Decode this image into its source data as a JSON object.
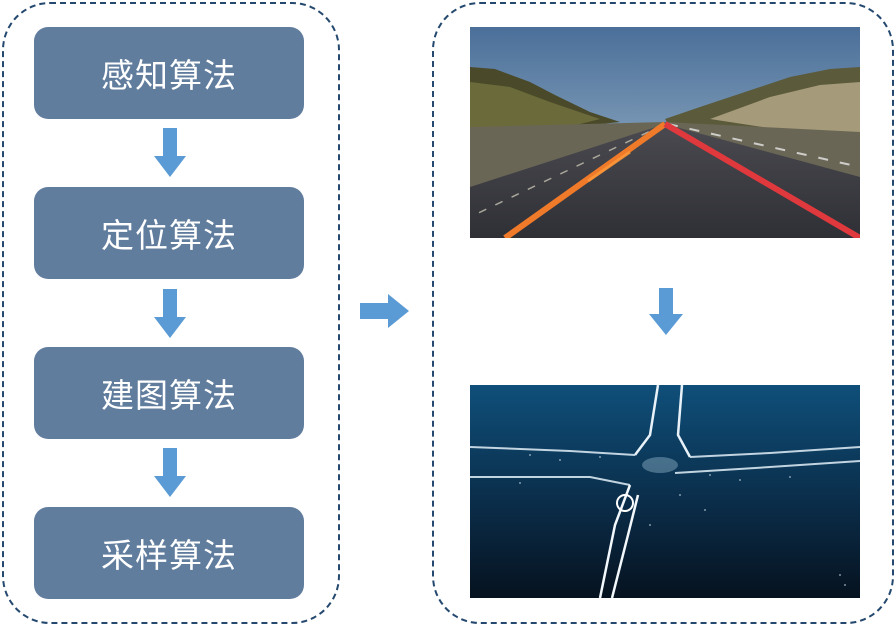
{
  "steps": [
    {
      "label": "感知算法"
    },
    {
      "label": "定位算法"
    },
    {
      "label": "建图算法"
    },
    {
      "label": "采样算法"
    }
  ],
  "colors": {
    "step_fill": "#617d9e",
    "arrow": "#5b9bd5",
    "panel_border": "#24486e"
  },
  "images": {
    "road": "road-lane-detection-photo",
    "map": "point-cloud-intersection-map"
  }
}
